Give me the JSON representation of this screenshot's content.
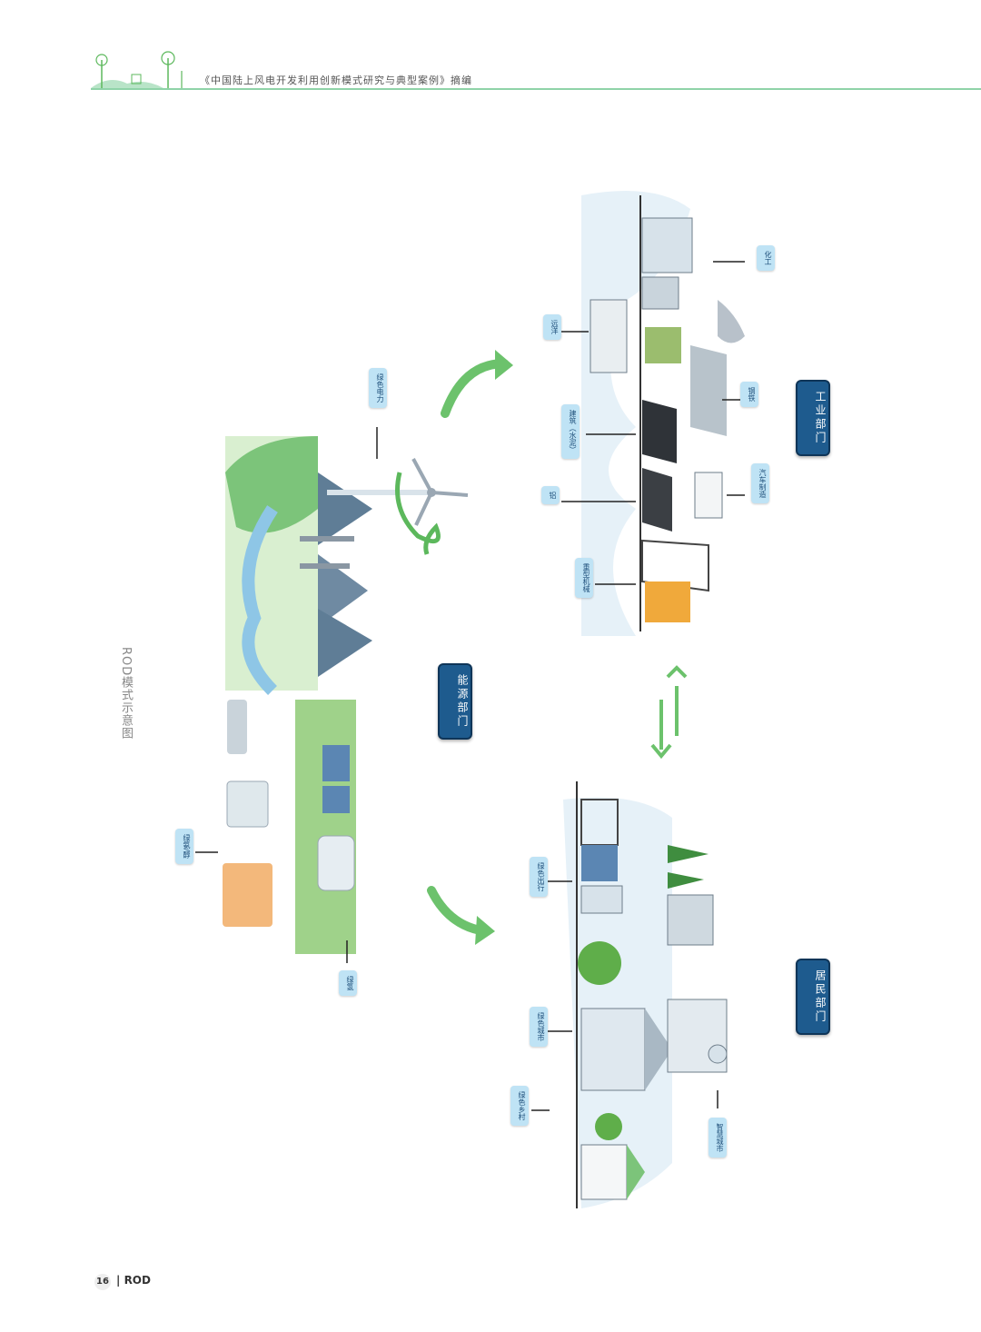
{
  "header": {
    "title": "《中国陆上风电开发利用创新模式研究与典型案例》摘编"
  },
  "figure": {
    "caption": "ROD模式示意图",
    "departments": {
      "energy": "能源部门",
      "industry": "工业部门",
      "residential": "居民部门"
    },
    "energy_labels": {
      "green_power": "绿色电力",
      "green_hydrogen": "绿氢",
      "green_ammonia": "绿氨/醇"
    },
    "industry_labels": {
      "chemical": "化工",
      "shipping": "远洋",
      "steel": "钢铁",
      "building": "建筑（水泥）",
      "auto": "汽车制造",
      "aluminum": "铝",
      "machinery": "重型机械"
    },
    "residential_labels": {
      "green_travel": "绿色出行",
      "green_city": "绿色城市",
      "green_village": "绿色乡村",
      "smart_city": "智慧城市"
    }
  },
  "footer": {
    "page_number": "16",
    "brand": "ROD"
  },
  "colors": {
    "accent_green": "#5cb85c",
    "rule_green": "#8fd3a8",
    "dept_blue": "#1e5b8e",
    "tag_blue": "#bfe3f5"
  }
}
